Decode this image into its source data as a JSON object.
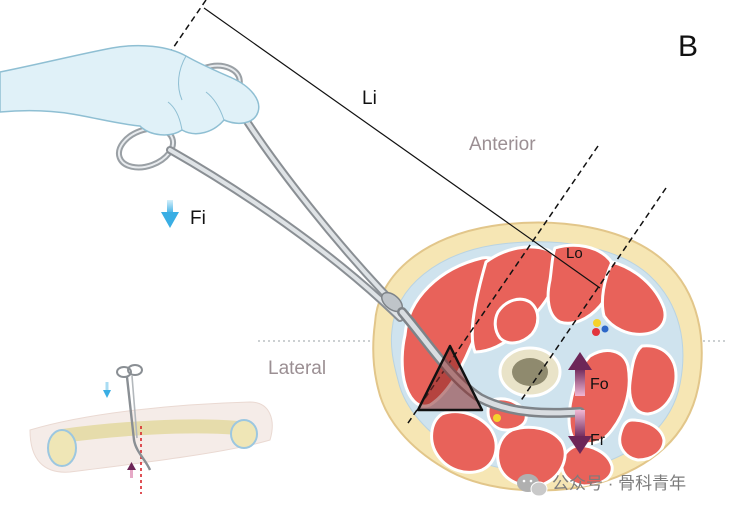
{
  "panel_letter": "B",
  "labels": {
    "Li": "Li",
    "Lo": "Lo",
    "Fi": "Fi",
    "Fo": "Fo",
    "Fr": "Fr",
    "anterior": "Anterior",
    "lateral": "Lateral"
  },
  "watermark": "公众号 · 骨科青年",
  "colors": {
    "muscle": "#e8625a",
    "muscle_stroke": "#ffffff",
    "fat": "#f6e6b4",
    "skin_outline": "#e6c98c",
    "fascia": "#cfe3ee",
    "bone": "#d9d3b8",
    "marrow": "#8f8a6e",
    "glove": "#dff0f7",
    "glove_outline": "#9fc7d9",
    "steel": "#c9cdd1",
    "steel_dark": "#8a8f94",
    "arrow_blue": "#44b4e8",
    "arrow_purple": "#7a2f63",
    "gray_text": "#9b8f93",
    "fulcrum_fill": "#8b2a2a"
  },
  "icons": [
    "gloved-hand",
    "forceps",
    "fulcrum-triangle",
    "thigh-cross-section",
    "femur-inset",
    "wechat-logo"
  ]
}
